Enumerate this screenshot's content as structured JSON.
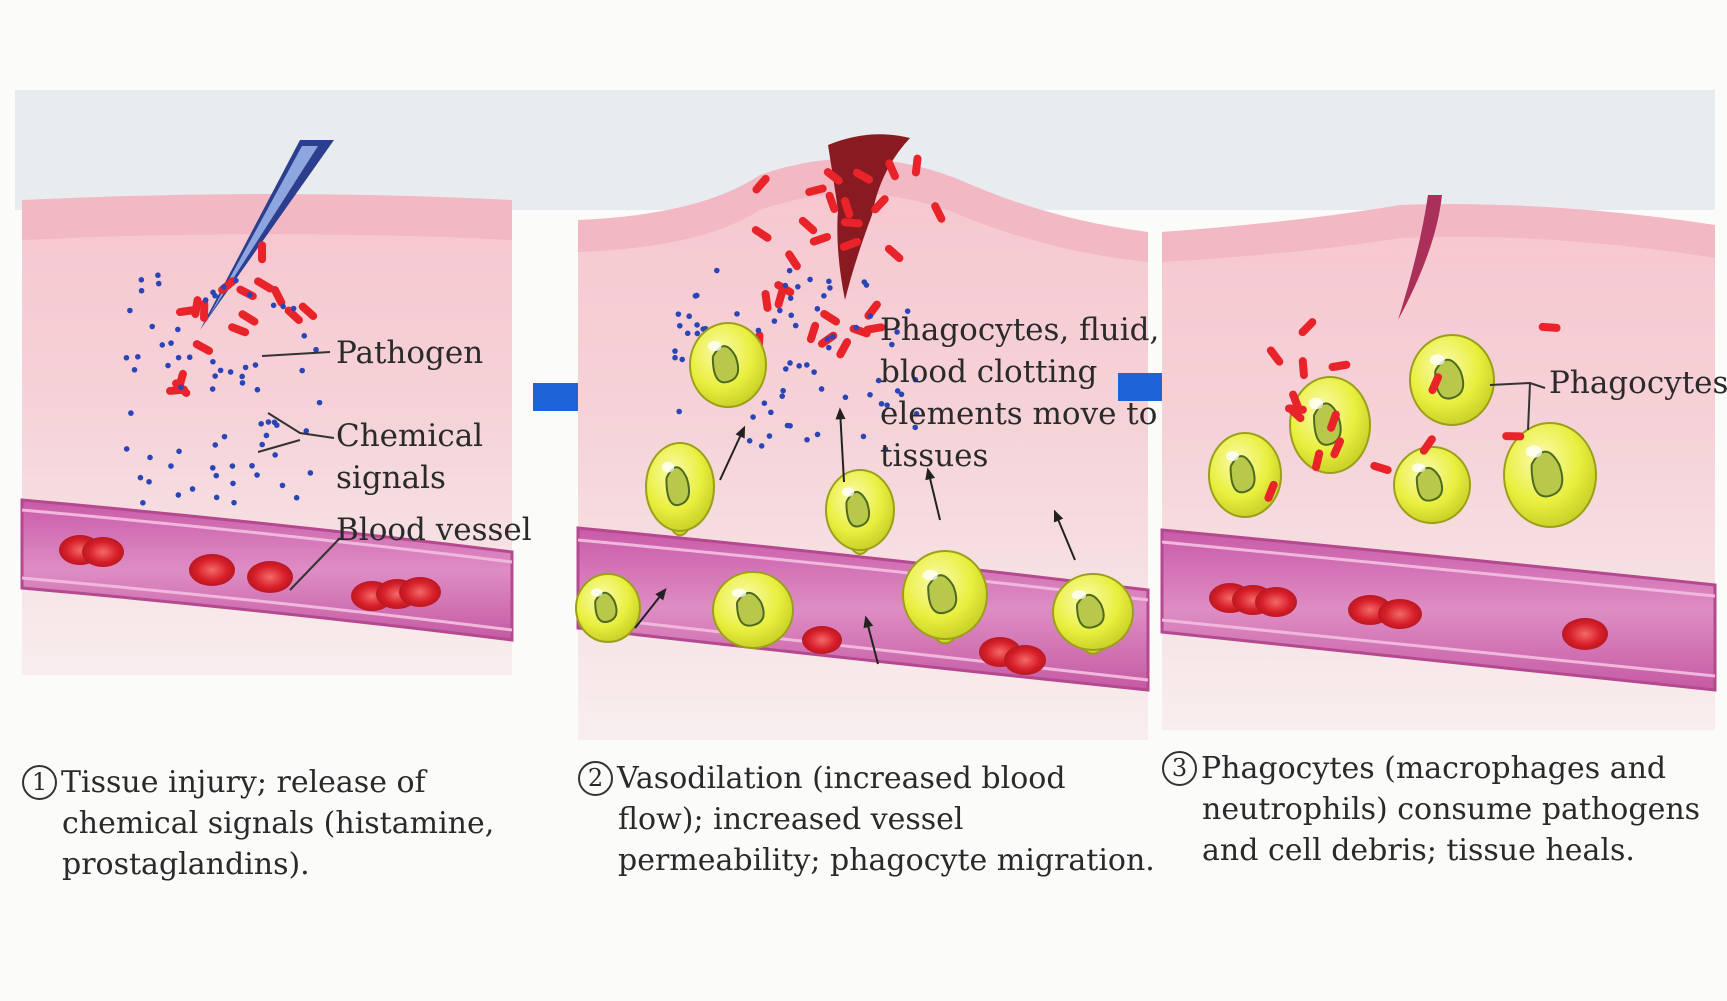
{
  "panels": [
    {
      "caption_number": "1",
      "caption_lines": [
        "Tissue injury; release of",
        "chemical signals (histamine,",
        "prostaglandins)."
      ],
      "labels": [
        "Pathogen",
        "Chemical",
        "signals",
        "Blood vessel"
      ]
    },
    {
      "caption_number": "2",
      "caption_lines": [
        "Vasodilation (increased blood",
        "flow); increased vessel",
        "permeability; phagocyte migration."
      ],
      "labels": [
        "Phagocytes, fluid,",
        "blood clotting",
        "elements move to",
        "tissues"
      ]
    },
    {
      "caption_number": "3",
      "caption_lines": [
        "Phagocytes (macrophages and",
        "neutrophils) consume pathogens",
        "and cell debris; tissue heals."
      ],
      "labels": [
        "Phagocytes"
      ]
    }
  ],
  "colors": {
    "skin": "#f3c4cc",
    "dermis": "#f7e1e3",
    "vessel": "#d87bb6",
    "red_blood_cell": "#d8202a",
    "phagocyte": "#e8ef3a",
    "bacteria": "#e8242a",
    "chemical_signal": "#2a45b8",
    "arrow": "#1e64d8",
    "wound": "#8a1a22"
  }
}
